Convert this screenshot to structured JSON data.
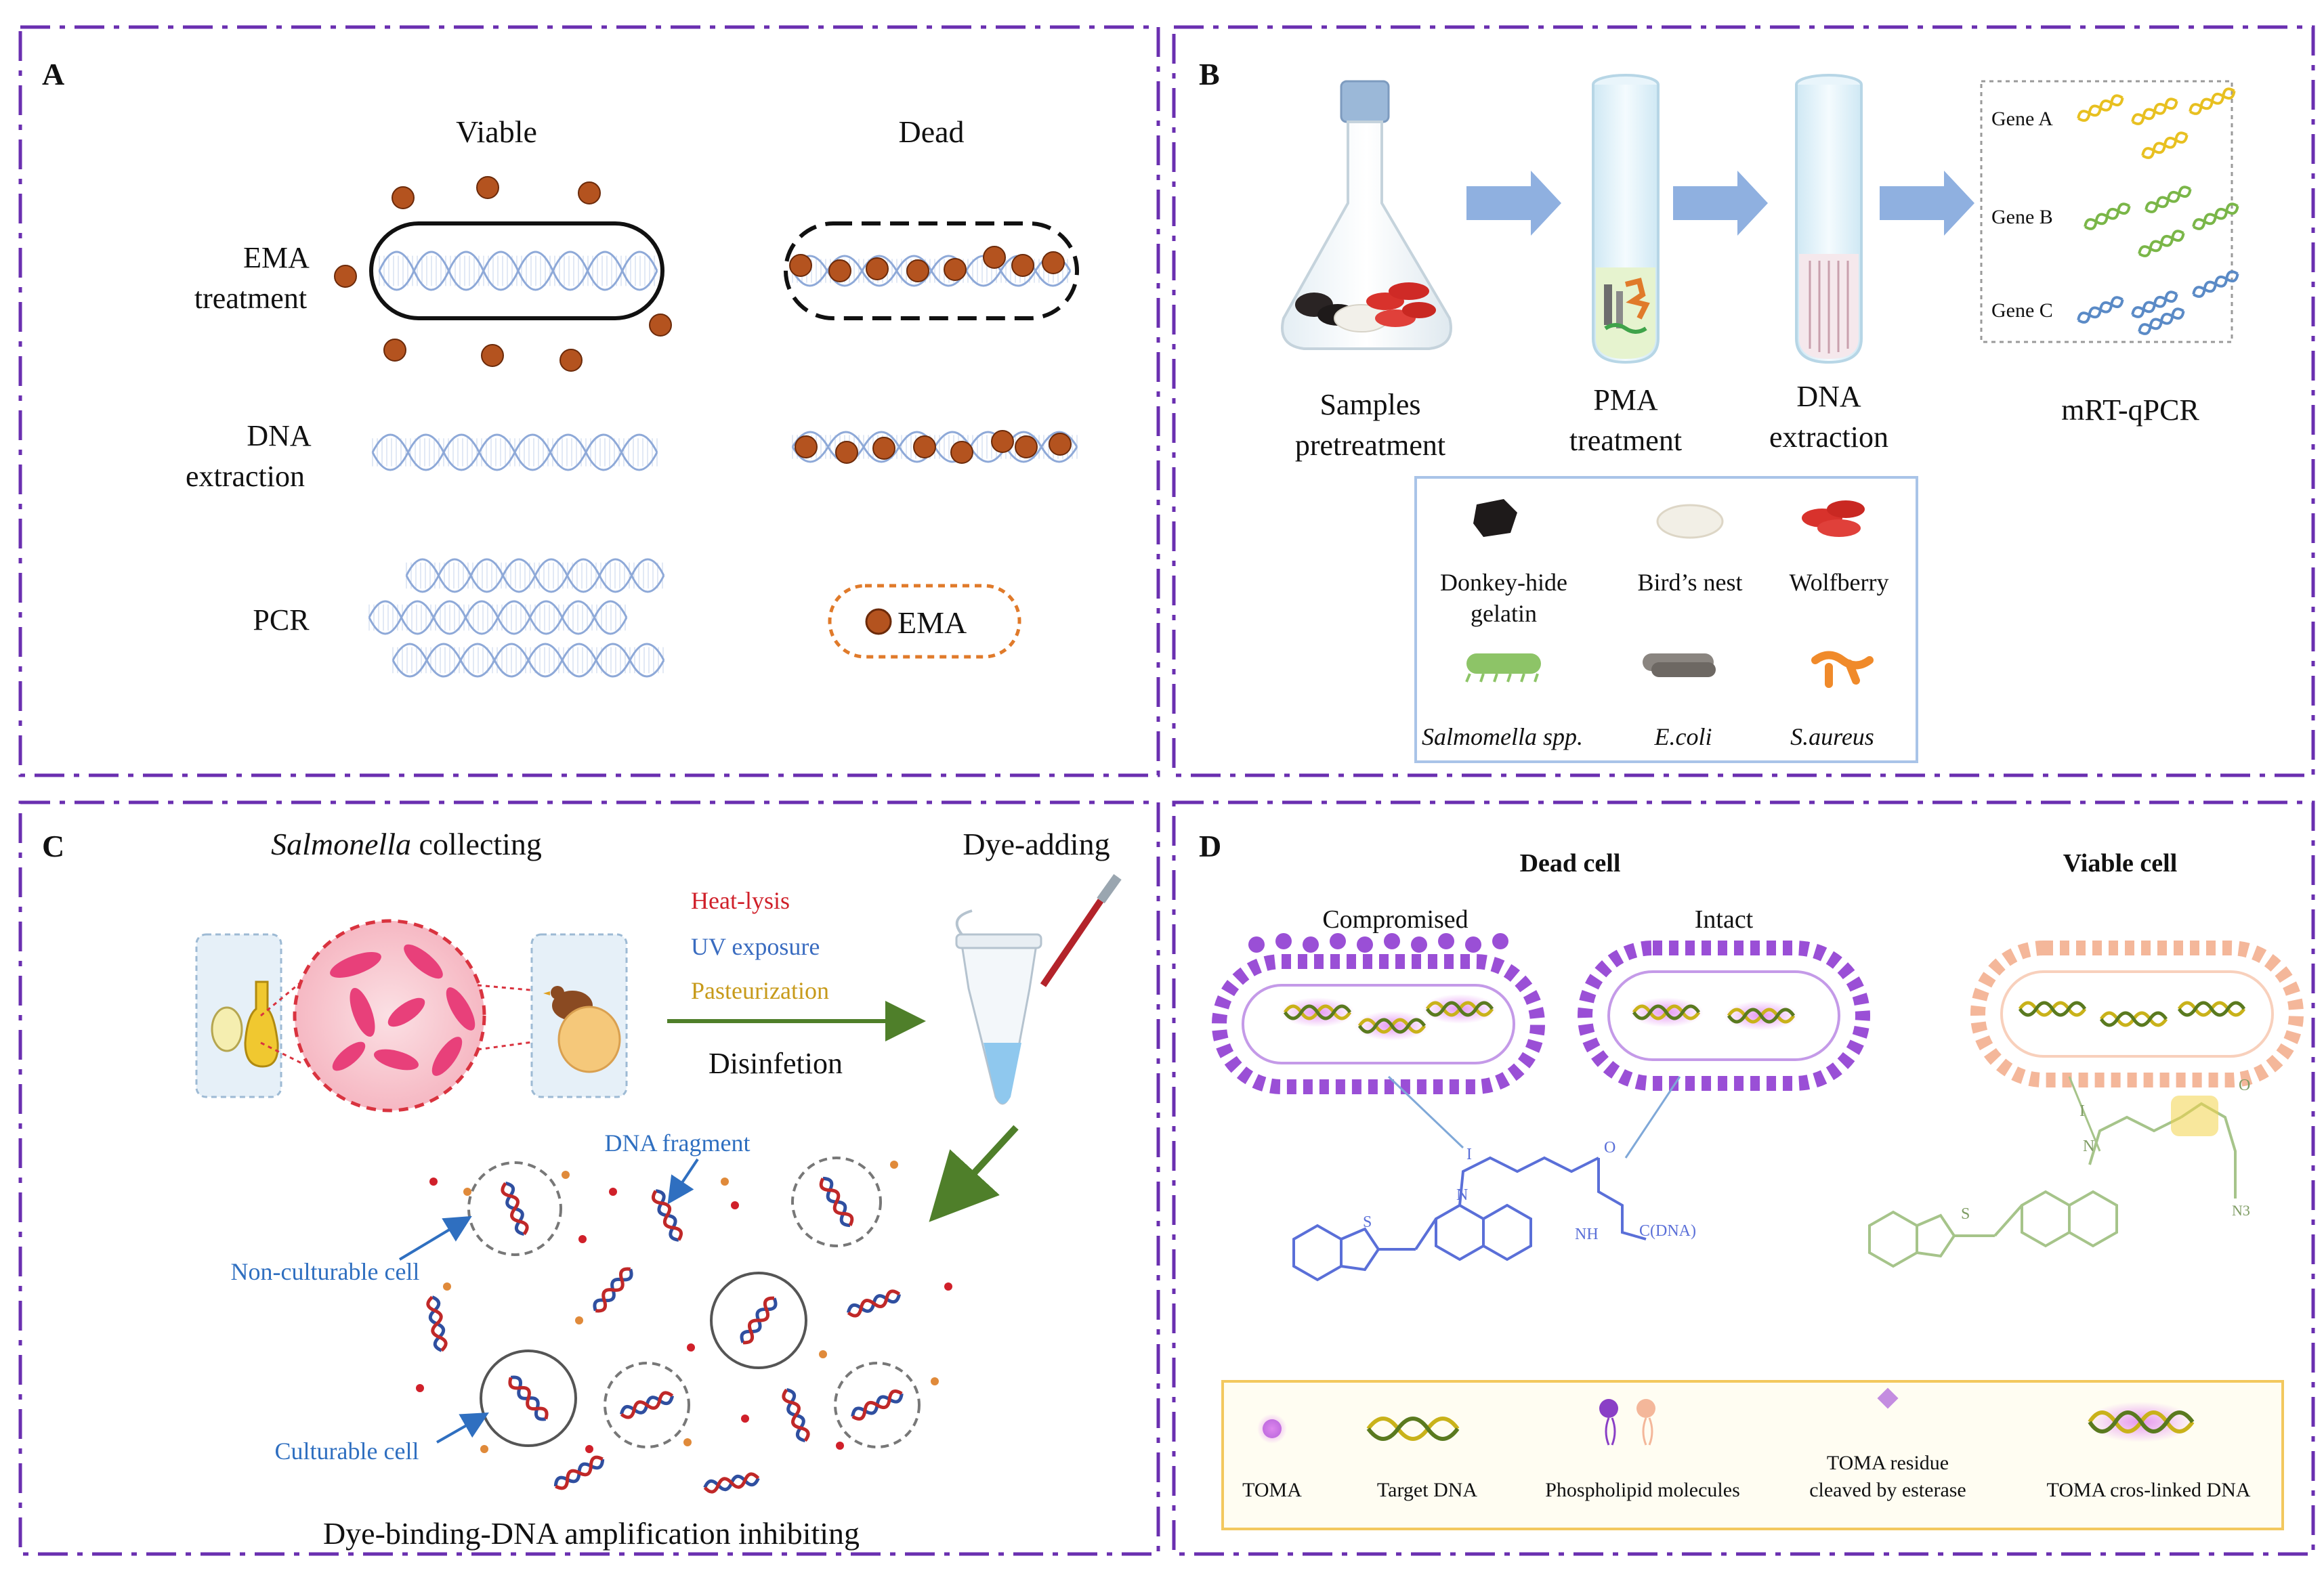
{
  "panel_a": {
    "label": "A",
    "col_viable": "Viable",
    "col_dead": "Dead",
    "row_ema_1": "EMA",
    "row_ema_2": "treatment",
    "row_dna_1": "DNA",
    "row_dna_2": "extraction",
    "row_pcr": "PCR",
    "ema_legend": "EMA"
  },
  "panel_b": {
    "label": "B",
    "step_samples_1": "Samples",
    "step_samples_2": "pretreatment",
    "step_pma_1": "PMA",
    "step_pma_2": "treatment",
    "step_dna_1": "DNA",
    "step_dna_2": "extraction",
    "step_qpcr": "mRT-qPCR",
    "genes": [
      "Gene A",
      "Gene B",
      "Gene C"
    ],
    "sample_donkey_1": "Donkey-hide",
    "sample_donkey_2": "gelatin",
    "sample_birdsnest": "Bird’s nest",
    "sample_wolfberry": "Wolfberry",
    "bact_salmonella": "Salmomella spp.",
    "bact_ecoli": "E.coli",
    "bact_saureus": "S.aureus"
  },
  "panel_c": {
    "label": "C",
    "collecting_italic": "Salmonella",
    "collecting_rest": " collecting",
    "dye_adding": "Dye-adding",
    "heat_lysis": "Heat-lysis",
    "uv_exposure": "UV exposure",
    "pasteurization": "Pasteurization",
    "disinfection": "Disinfetion",
    "dna_fragment": "DNA fragment",
    "non_culturable": "Non-culturable cell",
    "culturable": "Culturable cell",
    "bottom_caption": "Dye-binding-DNA amplification inhibiting"
  },
  "panel_d": {
    "label": "D",
    "dead_cell": "Dead cell",
    "viable_cell": "Viable cell",
    "compromised": "Compromised",
    "intact": "Intact",
    "chem_l": "I",
    "chem_n": "N",
    "chem_s": "S",
    "chem_o": "O",
    "chem_nh": "NH",
    "chem_cdna": "C(DNA)",
    "chem_n3": "N3",
    "legend_toma": "TOMA",
    "legend_target": "Target DNA",
    "legend_phospholipid": "Phospholipid molecules",
    "legend_residue_1": "TOMA residue",
    "legend_residue_2": "cleaved by esterase",
    "legend_crosslinked": "TOMA cros-linked DNA"
  },
  "colors": {
    "frame": "#6a2fb0",
    "ema_dot": "#b4531f",
    "dna_helix": "#8ea9d8",
    "arrow_blue": "#8fb0e0",
    "heat": "#d0202a",
    "uv": "#3a6cc0",
    "pasteur": "#c79a1a",
    "green_arrow": "#4f7f2a",
    "label_blue": "#2f6fc0",
    "chem_blue": "#5a6fd8",
    "chem_green": "#a6c48a",
    "membrane": "#9a4fd6",
    "membrane_viable": "#f4b79a",
    "legend_box": "#f3c85e",
    "gene_a": "#e8c020",
    "gene_b": "#7ab648",
    "gene_c": "#5a8ac6"
  }
}
